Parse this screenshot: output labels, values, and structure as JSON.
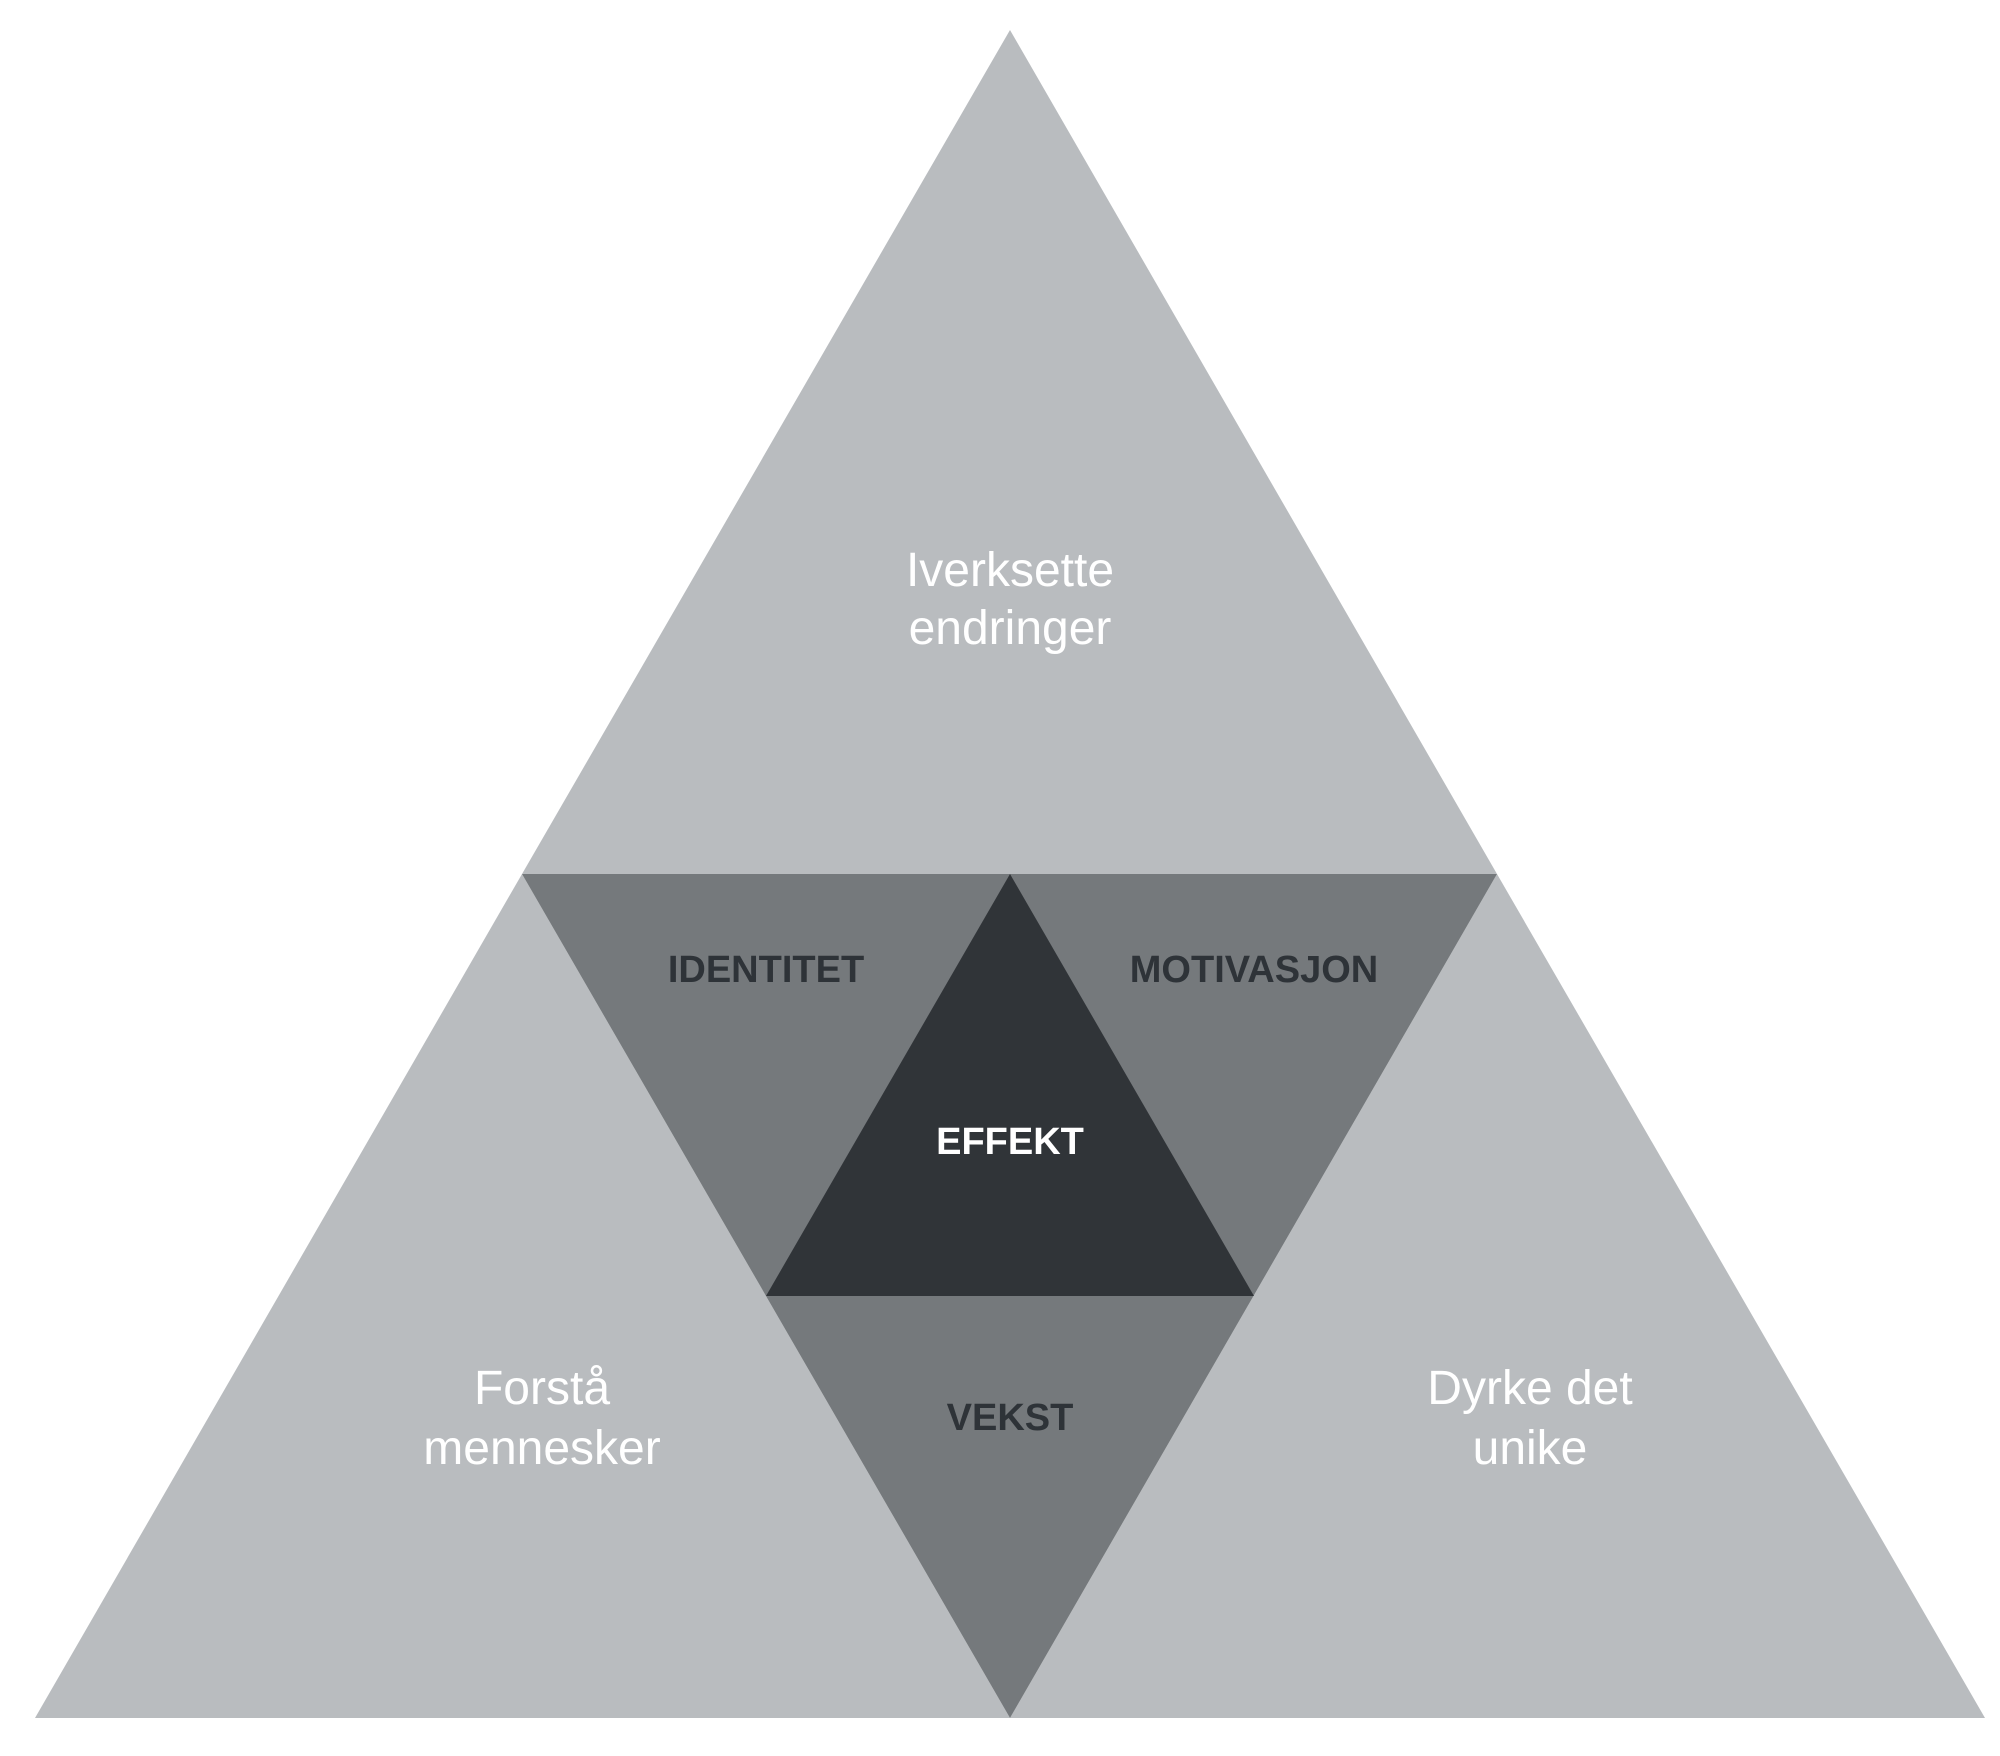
{
  "colors": {
    "outer": "#b9bcbf",
    "middle": "#75797c",
    "center": "#303438",
    "outer_text": "#ffffff",
    "middle_text": "#2e3338",
    "center_text": "#ffffff"
  },
  "outer": {
    "top": [
      "Iverksette",
      "endringer"
    ],
    "left": [
      "Forstå",
      "mennesker"
    ],
    "right": [
      "Dyrke det",
      "unike"
    ]
  },
  "middle": {
    "top_left": "IDENTITET",
    "top_right": "MOTIVASJON",
    "bottom": "VEKST"
  },
  "center": "EFFEKT"
}
